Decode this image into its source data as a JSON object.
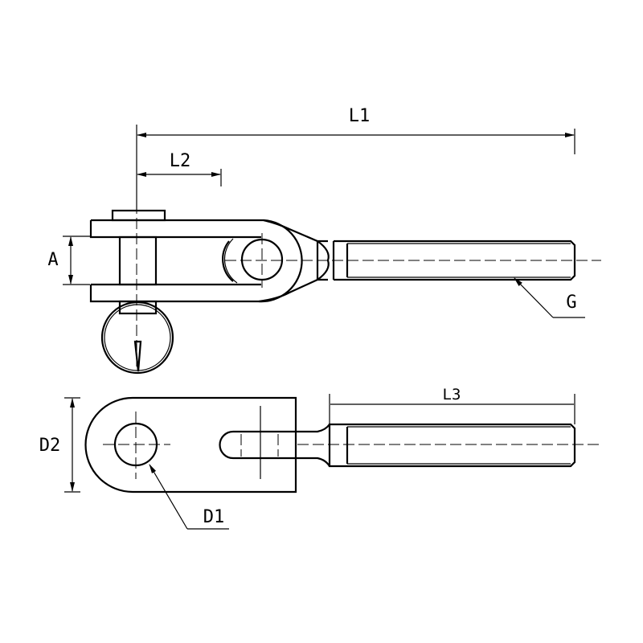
{
  "labels": {
    "l1": "L1",
    "l2": "L2",
    "a": "A",
    "g": "G",
    "l3": "L3",
    "d2": "D2",
    "d1": "D1"
  }
}
